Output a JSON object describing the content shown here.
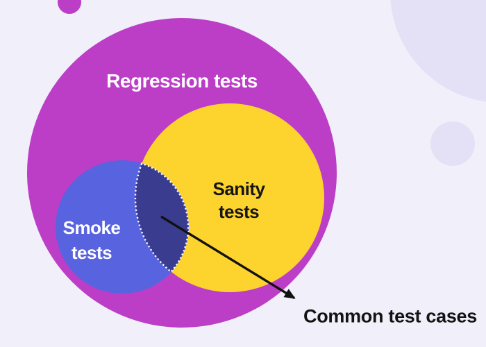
{
  "background": {
    "color": "#F0EFFA",
    "decoration_color": "#E4E1F7"
  },
  "venn": {
    "regression": {
      "label": "Regression tests",
      "color": "#BC3EC7",
      "text_color": "#FFFFFF"
    },
    "sanity": {
      "label": "Sanity tests",
      "color": "#FDD32D",
      "text_color": "#161616"
    },
    "smoke": {
      "label": "Smoke tests",
      "color": "#5863DF",
      "text_color": "#FFFFFF"
    },
    "intersection": {
      "color": "#3A3D8F",
      "border_color": "#FFFFFF"
    }
  },
  "annotation": {
    "label": "Common test cases",
    "text_color": "#131313",
    "arrow_color": "#111111"
  }
}
